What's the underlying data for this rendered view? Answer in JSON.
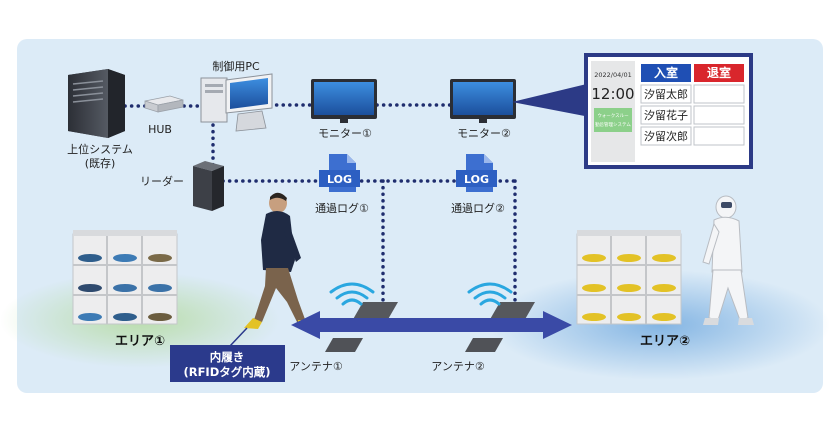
{
  "labels": {
    "upper_system_line1": "上位システム",
    "upper_system_line2": "(既存)",
    "hub": "HUB",
    "control_pc": "制御用PC",
    "monitor1": "モニター①",
    "monitor2": "モニター②",
    "reader": "リーダー",
    "log_icon": "LOG",
    "pass_log1": "通過ログ①",
    "pass_log2": "通過ログ②",
    "area1": "エリア①",
    "area2": "エリア②",
    "antenna1": "アンテナ①",
    "antenna2": "アンテナ②",
    "inner_shoe_line1": "内履き",
    "inner_shoe_line2": "(RFIDタグ内蔵)"
  },
  "monitor_screen": {
    "date": "2022/04/01",
    "time": "12:00",
    "system_line1": "ウォークスルー",
    "system_line2": "勤怠管理システム",
    "col_enter": "入室",
    "col_exit": "退室",
    "rows": [
      {
        "name": "汐留太郎"
      },
      {
        "name": "汐留花子"
      },
      {
        "name": "汐留次郎"
      }
    ]
  },
  "colors": {
    "background_panel": "#dcebf7",
    "dotted_line": "#1f2d6e",
    "enter_header": "#1f4fb4",
    "exit_header": "#d9262c",
    "arrow": "#3a4aa6",
    "badge": "#2b3a8c",
    "area1_glow": "#b8dca7",
    "area2_glow": "#7fb2e2",
    "monitor_green": "#8cd08a"
  }
}
